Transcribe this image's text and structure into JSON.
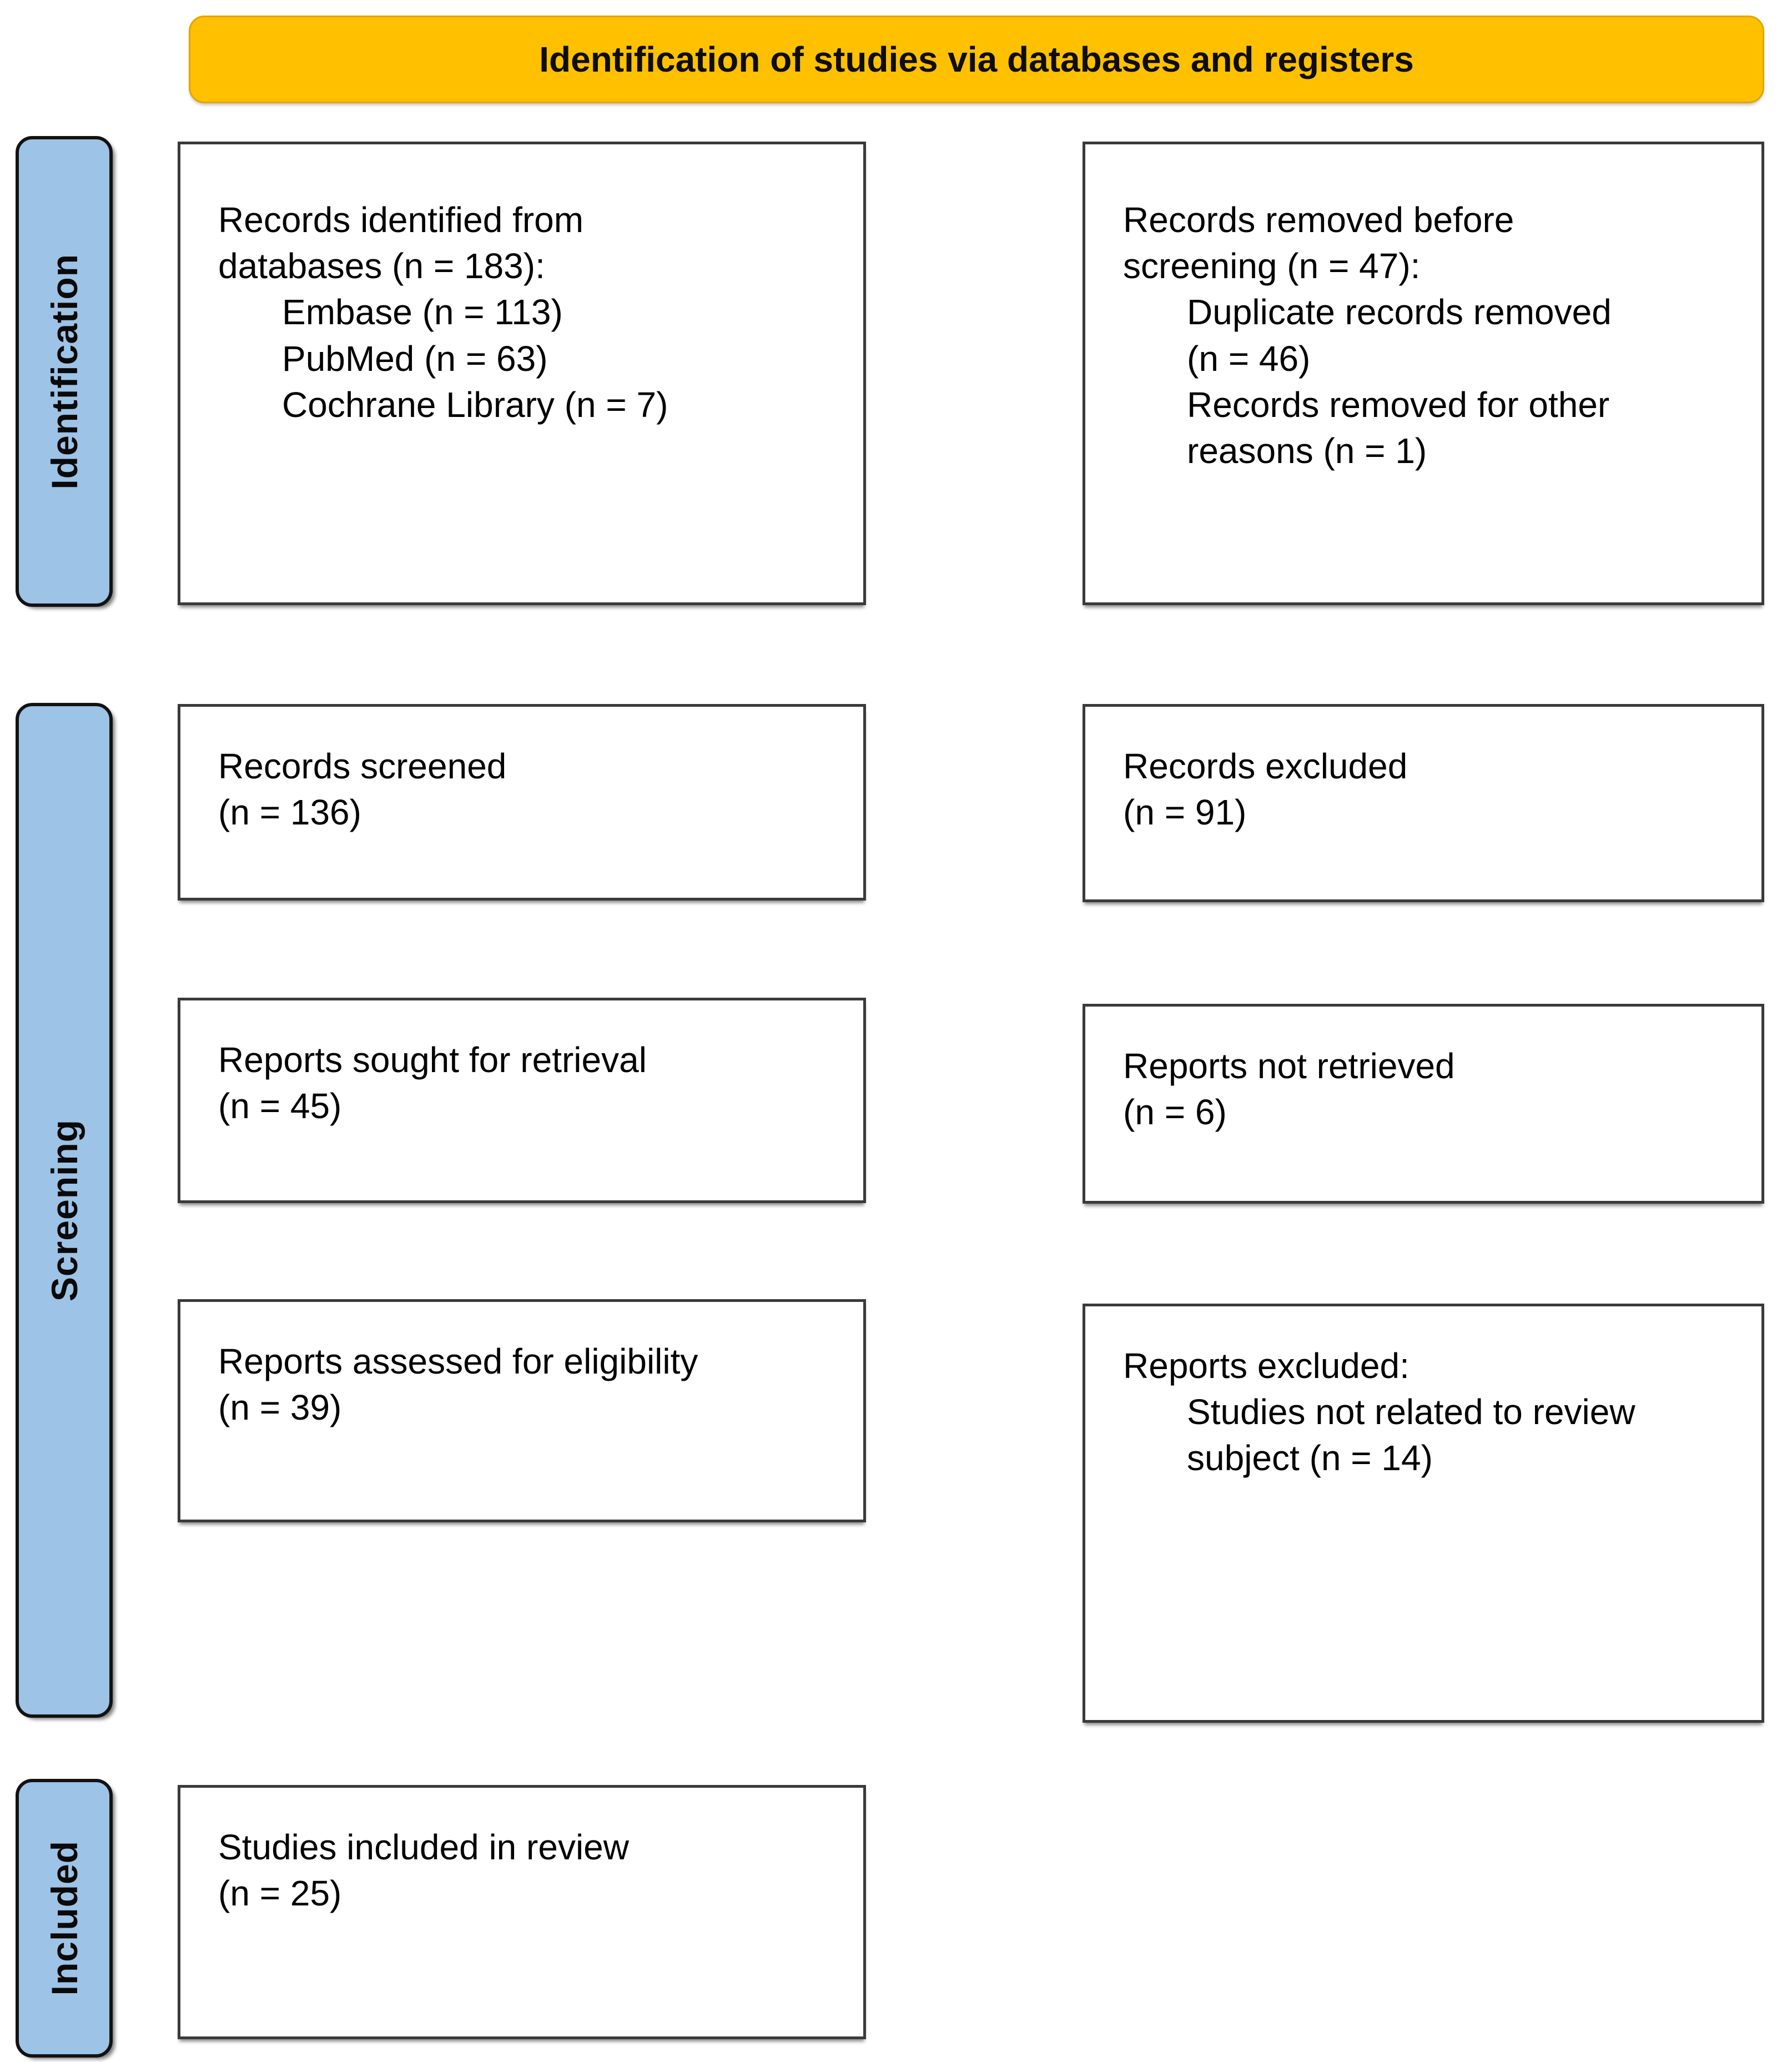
{
  "diagram": {
    "banner": {
      "title": "Identification of studies via databases and registers"
    },
    "colors": {
      "banner_bg": "#FFC000",
      "stage_tab_bg": "#9DC3E6",
      "box_bg": "#FFFFFF",
      "box_border": "#3A3A3A",
      "text": "#000000"
    },
    "stages": [
      {
        "label": "Identification"
      },
      {
        "label": "Screening"
      },
      {
        "label": "Included"
      }
    ],
    "boxes": [
      {
        "name": "records-identified",
        "lines": [
          {
            "t": "Records identified from"
          },
          {
            "t": "databases (n = 183):"
          },
          {
            "t": "Embase (n = 113)",
            "indent": true
          },
          {
            "t": "PubMed (n = 63)",
            "indent": true
          },
          {
            "t": "Cochrane Library (n = 7)",
            "indent": true
          }
        ]
      },
      {
        "name": "records-removed-before-screening",
        "lines": [
          {
            "t": "Records removed before"
          },
          {
            "t": "screening (n = 47):"
          },
          {
            "t": "Duplicate records removed",
            "indent": true
          },
          {
            "t": "(n = 46)",
            "indent": true
          },
          {
            "t": "Records removed for other",
            "indent": true
          },
          {
            "t": "reasons (n = 1)",
            "indent": true
          }
        ]
      },
      {
        "name": "records-screened",
        "lines": [
          {
            "t": "Records screened"
          },
          {
            "t": "(n = 136)"
          }
        ]
      },
      {
        "name": "records-excluded",
        "lines": [
          {
            "t": "Records excluded"
          },
          {
            "t": "(n = 91)"
          }
        ]
      },
      {
        "name": "reports-sought-for-retrieval",
        "lines": [
          {
            "t": "Reports sought for retrieval"
          },
          {
            "t": "(n = 45)"
          }
        ]
      },
      {
        "name": "reports-not-retrieved",
        "lines": [
          {
            "t": "Reports not retrieved"
          },
          {
            "t": "(n = 6)"
          }
        ]
      },
      {
        "name": "reports-assessed-for-eligibility",
        "lines": [
          {
            "t": "Reports assessed for eligibility"
          },
          {
            "t": "(n = 39)"
          }
        ]
      },
      {
        "name": "reports-excluded",
        "lines": [
          {
            "t": "Reports excluded:"
          },
          {
            "t": "Studies not related to review",
            "indent": true
          },
          {
            "t": "subject (n = 14)",
            "indent": true
          }
        ]
      },
      {
        "name": "studies-included-in-review",
        "lines": [
          {
            "t": "Studies included in review"
          },
          {
            "t": "(n = 25)"
          }
        ]
      }
    ]
  }
}
